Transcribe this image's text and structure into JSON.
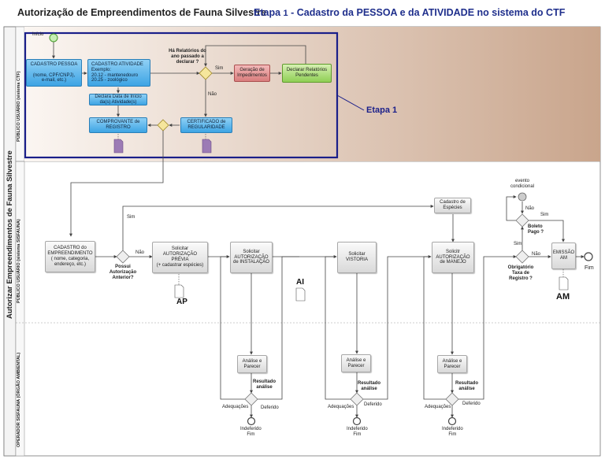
{
  "header": {
    "title": "Autorização de Empreendimentos de Fauna Silvestre",
    "stage_prefix": "Etapa",
    "stage_number": "1",
    "stage_title": " - Cadastro da PESSOA e da ATIVIDADE no sistema do CTF"
  },
  "pool_title": "Autorizar Empreendimentos de Fauna Silvestre",
  "lanes": {
    "ctf": "PÚBLICO USUÁRIO (sistema CTF)",
    "sisfauna": "PÚBLICO USUÁRIO (sistema SISFAUNA)",
    "operador": "OPERADOR SISFAUNA (ÓRGÃO AMBIENTAL)"
  },
  "stage1": {
    "callout": "Etapa 1",
    "start": "Início",
    "cadastro_pessoa": "CADASTRO PESSOA\n\n(nome, CPF/CNPJ),\ne-mail, etc.)",
    "cadastro_atividade": "CADASTRO ATIVIDADE\nExemplo:\n20.12 - mantenedouro\n20.25 - zoológico",
    "declara_data": "Declara Data de Início\nda(s) Atividade(s)",
    "comprovante": "COMPROVANTE de\nREGISTRO",
    "certificado": "CERTIFICADO de\nREGULARIDADE",
    "question": "Há Relatórios do\nano passado a\ndeclarar ?",
    "sim": "Sim",
    "nao": "Não",
    "geracao": "Geração de\nImpedimentos",
    "declarar_relatorios": "Declarar Relatórios\nPendentes"
  },
  "sisfauna": {
    "cadastro_empreendimento": "CADASTRO do\nEMPREENDIMENTO\n( nome, categoria,\nendereço, etc.)",
    "possui": "Possui\nAutorização\nAnterior?",
    "sim": "Sim",
    "nao": "Não",
    "solicitar_previa": "Solicitar\nAUTORIZAÇÃO\nPRÉVIA\n(+ cadastrar espécies)",
    "solicitar_instalacao": "Solicitar\nAUTORIZAÇÃO\nde INSTALAÇÃO",
    "solicitar_vistoria": "Solicitar\nVISTORIA",
    "solicitar_manejo": "Solicitr\nAUTORIZAÇÃO\nde MANEJO",
    "cadastro_especies": "Cadastro de\nEspécies",
    "emissao": "EMISSÃO\nAM",
    "evento": "evento\ncondicional",
    "boleto": "Boleto\nPago ?",
    "obrigatorio": "Obrigatório\nTaxa de\nRegistro ?",
    "nao_boleto": "Não",
    "sim_boleto": "Sim",
    "sim_obrig": "Sim",
    "nao_obrig": "Não",
    "fim": "Fim",
    "doc_ap": "AP",
    "doc_ai": "AI",
    "doc_am": "AM"
  },
  "operador": {
    "analise": "Análise e\nParecer",
    "resultado": "Resultado\nanálise",
    "adequacoes": "Adequações",
    "deferido": "Deferido",
    "indeferido": "Indeferido\nFim"
  }
}
